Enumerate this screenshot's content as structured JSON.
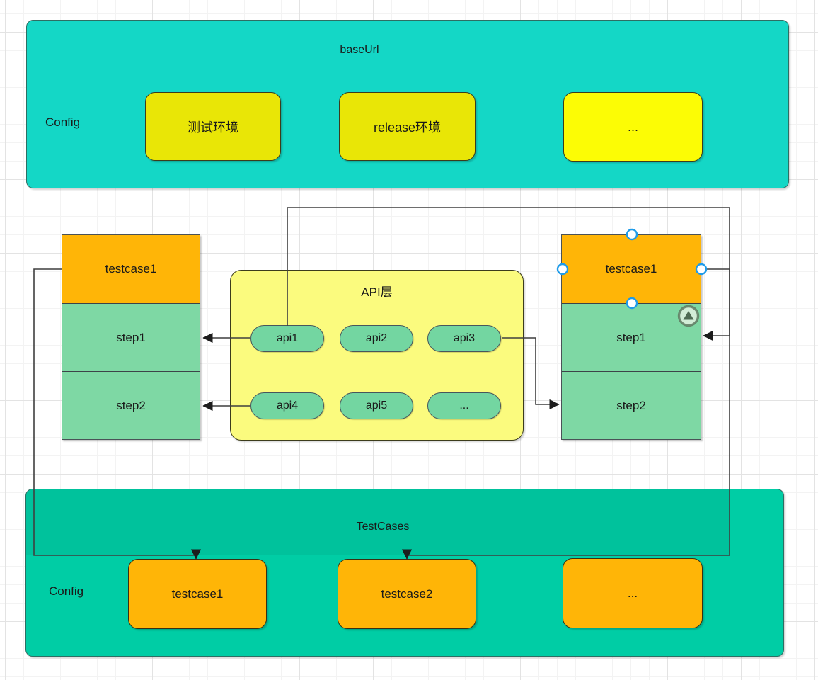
{
  "diagram": {
    "top_config": {
      "label": "Config",
      "title": "baseUrl",
      "environments": [
        "测试环境",
        "release环境",
        "..."
      ]
    },
    "api_layer": {
      "title": "API层",
      "apis": [
        "api1",
        "api2",
        "api3",
        "api4",
        "api5",
        "..."
      ]
    },
    "left_testcase_table": {
      "header": "testcase1",
      "steps": [
        "step1",
        "step2"
      ]
    },
    "right_testcase_table": {
      "header": "testcase1",
      "steps": [
        "step1",
        "step2"
      ]
    },
    "bottom_config": {
      "label": "Config",
      "title": "TestCases",
      "testcases": [
        "testcase1",
        "testcase2",
        "..."
      ]
    }
  },
  "colors": {
    "teal_top": "#14d7c6",
    "teal_bottom": "#00cda5",
    "yellow_env": "#e9e606",
    "yellow_bright": "#fcfc05",
    "yellow_api_layer": "#fbfb7e",
    "orange_testcase": "#ffb507",
    "green_step": "#7ed8a4",
    "green_api_pill": "#73d6a1",
    "selection_handle_blue": "#1e9be9",
    "connector_gray": "#3f3f3f"
  }
}
